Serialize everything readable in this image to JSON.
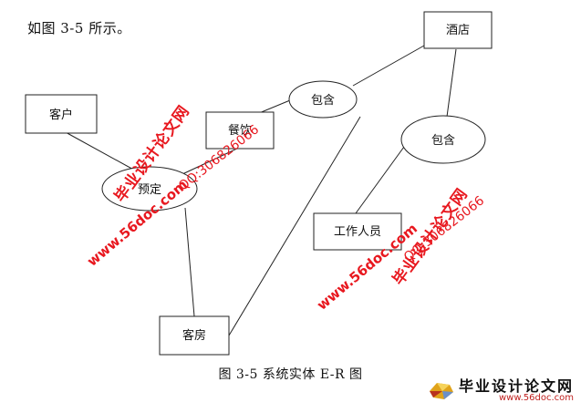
{
  "intro_text": "如图 3-5 所示。",
  "entities": {
    "hotel": "酒店",
    "customer": "客户",
    "dining": "餐饮",
    "staff": "工作人员",
    "room": "客房"
  },
  "relationships": {
    "contains_1": "包含",
    "contains_2": "包含",
    "reserve": "预定"
  },
  "caption": "图 3-5   系统实体 E-R 图",
  "watermarks": {
    "site_cn": "毕业设计论文网",
    "url": "www.56doc.com",
    "qq": "QQ:306826066"
  },
  "logo": {
    "main": "毕业设计论文网",
    "sub": "www.56doc.com"
  },
  "colors": {
    "watermark": "#e8181f",
    "line": "#222222"
  }
}
